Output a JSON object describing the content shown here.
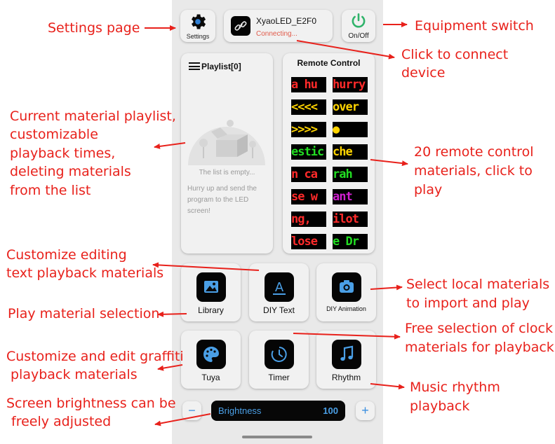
{
  "header": {
    "settings_label": "Settings",
    "device_name": "XyaoLED_E2F0",
    "device_status": "Connecting...",
    "onoff_label": "On/Off"
  },
  "playlist": {
    "title": "Playlist[0]",
    "empty_title": "The list is empty...",
    "empty_hint": "Hurry up and send the program to the LED screen!"
  },
  "remote": {
    "title": "Remote Control",
    "items": [
      {
        "text": "a hu",
        "color": "#ff2a2a"
      },
      {
        "text": "hurry",
        "color": "#ff2a2a"
      },
      {
        "text": "<<<<",
        "color": "#ffd400"
      },
      {
        "text": "over",
        "color": "#ffd400"
      },
      {
        "text": ">>>>",
        "color": "#ffd400"
      },
      {
        "text": "●",
        "color": "#ffd400"
      },
      {
        "text": "estic",
        "color": "#22dd22"
      },
      {
        "text": "che",
        "color": "#ffd400"
      },
      {
        "text": "n ca",
        "color": "#ff2a2a"
      },
      {
        "text": "rah",
        "color": "#22dd22"
      },
      {
        "text": "se w",
        "color": "#ff2a2a"
      },
      {
        "text": "ant",
        "color": "#d020d0"
      },
      {
        "text": "ng,",
        "color": "#ff2a2a"
      },
      {
        "text": "ilot",
        "color": "#ff2a2a"
      },
      {
        "text": "lose",
        "color": "#ff2a2a"
      },
      {
        "text": "e Dr",
        "color": "#22dd22"
      }
    ]
  },
  "tiles": {
    "library": "Library",
    "diy_text": "DIY Text",
    "diy_animation": "DIY Animation",
    "tuya": "Tuya",
    "timer": "Timer",
    "rhythm": "Rhythm"
  },
  "brightness": {
    "label": "Brightness",
    "value": "100",
    "minus": "−",
    "plus": "+"
  },
  "annotations": {
    "settings_page": "Settings page",
    "equipment_switch": "Equipment switch",
    "click_connect_1": "Click to connect",
    "click_connect_2": "device",
    "playlist_1": "Current material playlist,",
    "playlist_2": "customizable",
    "playlist_3": "playback times,",
    "playlist_4": "deleting materials",
    "playlist_5": "from the list",
    "remote_1": "20 remote control",
    "remote_2": "materials, click to",
    "remote_3": "play",
    "custom_text_1": "Customize editing",
    "custom_text_2": "text playback materials",
    "local_1": "Select local materials",
    "local_2": "to import and play",
    "play_selection": "Play material selection",
    "clock_1": "Free selection of clock",
    "clock_2": "materials for playback",
    "graffiti_1": "Customize and edit graffiti",
    "graffiti_2": "playback materials",
    "music_1": "Music rhythm",
    "music_2": "playback",
    "brightness_1": "Screen brightness can be",
    "brightness_2": "freely adjusted"
  }
}
